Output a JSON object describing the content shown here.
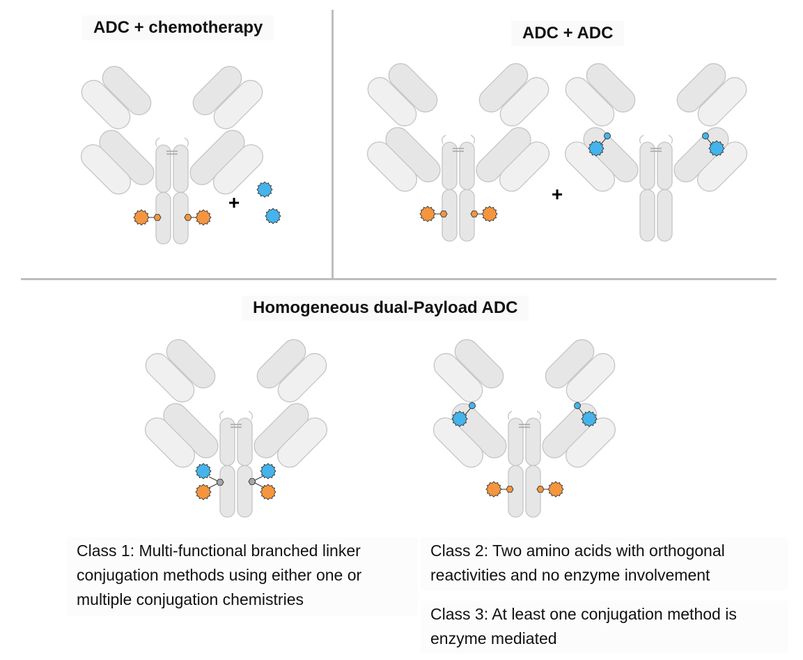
{
  "panels": {
    "top_left_title": "ADC + chemotherapy",
    "top_right_title": "ADC + ADC",
    "bottom_title": "Homogeneous dual-Payload ADC"
  },
  "operators": {
    "plus_left": "+",
    "plus_right": "+"
  },
  "captions": {
    "class1": "Class 1: Multi-functional branched linker conjugation methods using either one or multiple conjugation chemistries",
    "class2": "Class 2: Two amino acids with orthogonal reactivities and no enzyme involvement",
    "class3": "Class 3: At least one conjugation method is enzyme mediated"
  },
  "colors": {
    "orange_payload": "#f5963f",
    "blue_payload": "#45b4ec",
    "antibody_fill": "#e6e6e6",
    "antibody_light": "#f0f0f0",
    "antibody_stroke": "#c4c4c4",
    "linker_grey": "#9a9a9a",
    "divider": "#bdbdbd"
  }
}
